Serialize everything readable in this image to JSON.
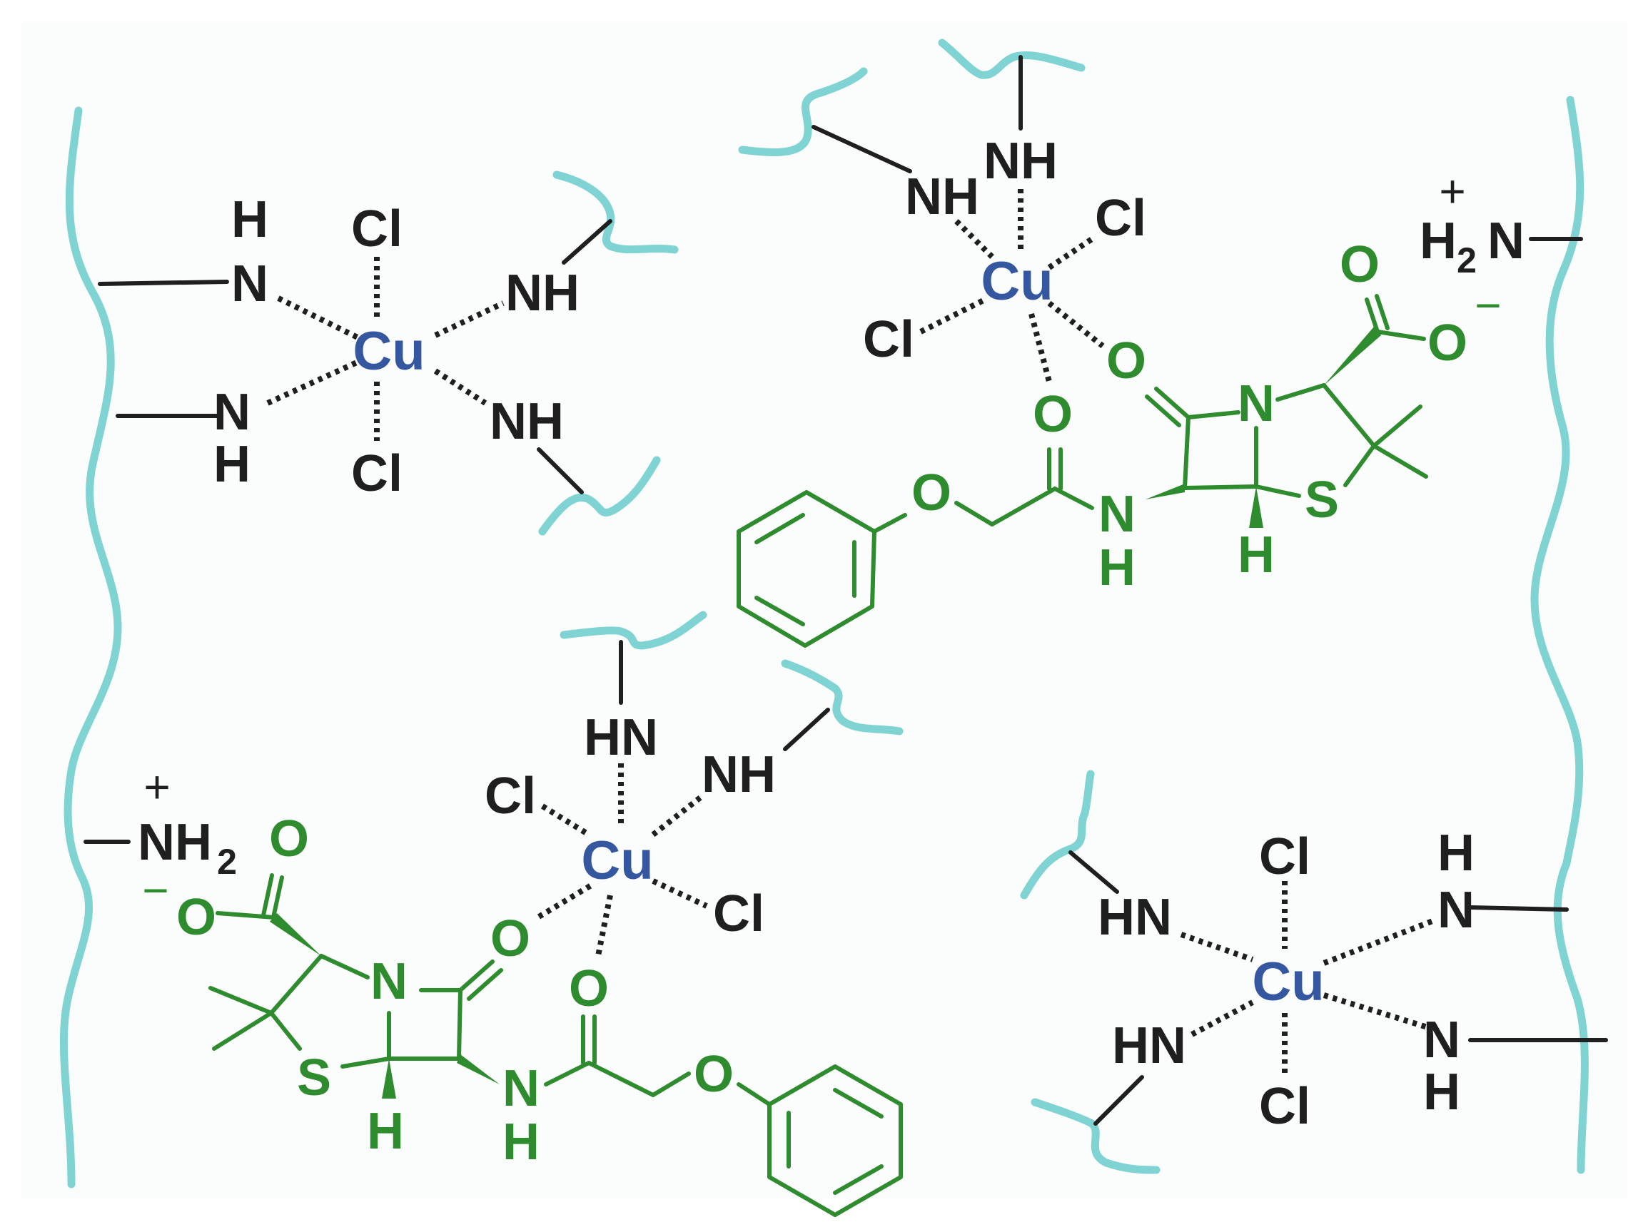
{
  "colors": {
    "background": "#fbfcfc",
    "polymer": "#7fd3d3",
    "metal": "#3457a0",
    "ligand": "#1f1f1f",
    "penicillin": "#2e8b2e"
  },
  "labels": {
    "cu": "Cu",
    "cl": "Cl",
    "nh": "NH",
    "hn": "HN",
    "n": "N",
    "h": "H",
    "o": "O",
    "s": "S",
    "h2": "H",
    "two": "2",
    "nh2_n": "NH",
    "h2n_n": "N",
    "plus": "+",
    "minus": "−"
  },
  "complexes": [
    {
      "name": "complex-top-left",
      "metal": "Cu",
      "ligands": [
        "N(H)",
        "NH",
        "NH",
        "N(H)",
        "Cl",
        "Cl"
      ]
    },
    {
      "name": "complex-top-right",
      "metal": "Cu",
      "ligands": [
        "NH",
        "NH",
        "Cl",
        "Cl",
        "O",
        "O"
      ]
    },
    {
      "name": "complex-bottom-center",
      "metal": "Cu",
      "ligands": [
        "HN",
        "NH",
        "Cl",
        "Cl",
        "O",
        "O"
      ]
    },
    {
      "name": "complex-bottom-right",
      "metal": "Cu",
      "ligands": [
        "HN",
        "HN",
        "N(H)",
        "N(H)",
        "Cl",
        "Cl"
      ]
    }
  ],
  "counter_ions": [
    "H2N+",
    "NH2+"
  ]
}
